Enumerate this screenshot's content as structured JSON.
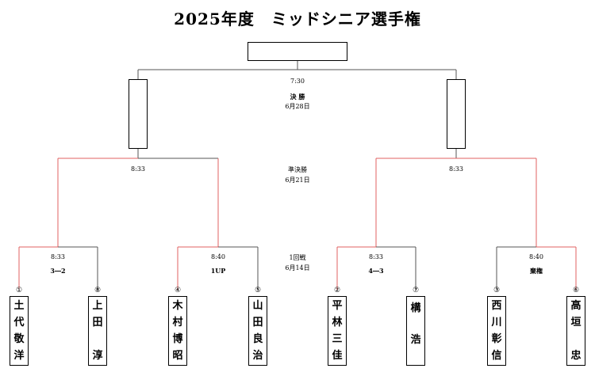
{
  "title": "2025年度　ミッドシニア選手権",
  "final": {
    "time": "7:30",
    "label": "決 勝",
    "date": "6月28日"
  },
  "semi": {
    "label": "準決勝",
    "date": "6月21日",
    "left_time": "8:33",
    "right_time": "8:33"
  },
  "round1": {
    "label": "1回戦",
    "date": "6月14日",
    "matches": [
      {
        "time": "8:33",
        "result": "3―2"
      },
      {
        "time": "8:40",
        "result": "1UP"
      },
      {
        "time": "8:33",
        "result": "4―3"
      },
      {
        "time": "8:40",
        "result": "棄権"
      }
    ]
  },
  "players": [
    {
      "seed": "①",
      "name": [
        "土",
        "代",
        "敬",
        "洋"
      ]
    },
    {
      "seed": "⑧",
      "name": [
        "上",
        "田",
        "",
        "淳"
      ]
    },
    {
      "seed": "④",
      "name": [
        "木",
        "村",
        "博",
        "昭"
      ]
    },
    {
      "seed": "⑤",
      "name": [
        "山",
        "田",
        "良",
        "治"
      ]
    },
    {
      "seed": "②",
      "name": [
        "平",
        "林",
        "三",
        "佳"
      ]
    },
    {
      "seed": "⑦",
      "name": [
        "構",
        "",
        "浩",
        ""
      ]
    },
    {
      "seed": "③",
      "name": [
        "西",
        "川",
        "彰",
        "信"
      ]
    },
    {
      "seed": "⑥",
      "name": [
        "高",
        "垣",
        "",
        "忠"
      ]
    }
  ],
  "colors": {
    "winner_line": "#e06060",
    "line": "#555555"
  }
}
